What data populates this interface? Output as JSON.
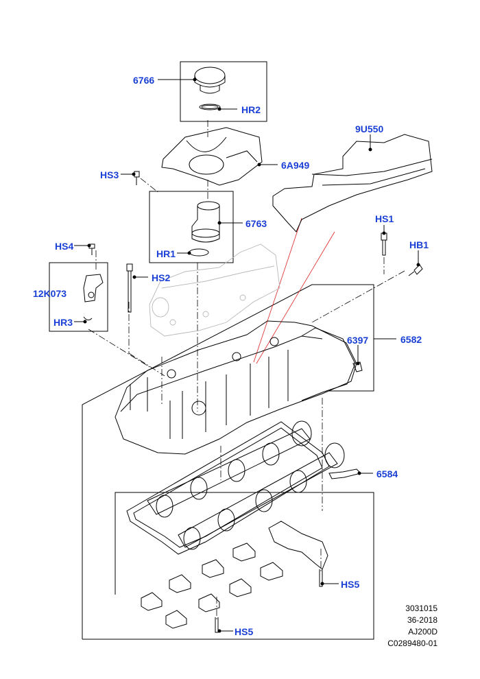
{
  "diagram": {
    "callouts": {
      "c6766": "6766",
      "hr2": "HR2",
      "c9u550": "9U550",
      "hs3": "HS3",
      "c6a949": "6A949",
      "c6763": "6763",
      "hr1": "HR1",
      "hs1": "HS1",
      "hb1": "HB1",
      "hs4": "HS4",
      "hs2": "HS2",
      "c12k073": "12K073",
      "hr3": "HR3",
      "c6397": "6397",
      "c6582": "6582",
      "c6584": "6584",
      "hs5a": "HS5",
      "hs5b": "HS5"
    },
    "reference": {
      "line1": "3031015",
      "line2": "36-2018",
      "line3": "AJ200D",
      "line4": "C0289480-01"
    }
  },
  "colors": {
    "callout": "#1a3fd6",
    "linework": "#000000",
    "ghost": "#b8b8b8",
    "accent_line": "#e02020"
  }
}
